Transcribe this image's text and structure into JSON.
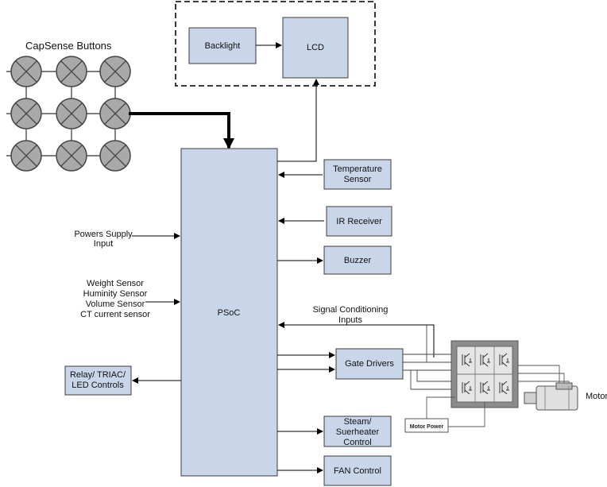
{
  "capsense": {
    "title": "CapSense Buttons"
  },
  "display": {
    "backlight": "Backlight",
    "lcd": "LCD"
  },
  "psoc": {
    "label": "PSoC"
  },
  "inputs": {
    "power_supply": [
      "Powers Supply",
      "Input"
    ],
    "sensors": [
      "Weight Sensor",
      "Huminity Sensor",
      "Volume Sensor",
      "CT current sensor"
    ]
  },
  "relay": [
    "Relay/ TRIAC/",
    "LED Controls"
  ],
  "peripherals": {
    "temperature": [
      "Temperature",
      "Sensor"
    ],
    "ir": "IR Receiver",
    "buzzer": "Buzzer",
    "signal_conditioning": [
      "Signal Conditioning",
      "Inputs"
    ],
    "gate_drivers": "Gate Drivers",
    "steam": [
      "Steam/",
      "Suerheater",
      "Control"
    ],
    "fan": "FAN Control"
  },
  "motor": {
    "label": "Motor",
    "power": "Motor Power"
  },
  "colors": {
    "block_fill": "#c9d5e8",
    "button_fill": "#a9a9a9",
    "stroke": "#3c3c3c"
  }
}
